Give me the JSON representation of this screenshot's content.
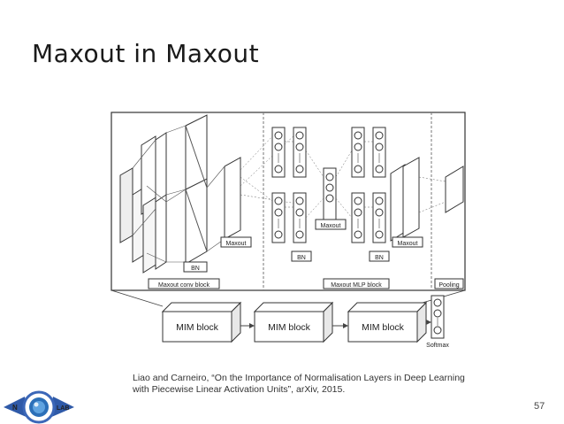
{
  "title": "Maxout in Maxout",
  "diagram": {
    "top_blocks": {
      "maxout_conv_block": "Maxout conv block",
      "maxout_mlp_block": "Maxout MLP block",
      "pooling": "Pooling"
    },
    "labels": {
      "bn": "BN",
      "maxout": "Maxout"
    },
    "bottom": {
      "mim_blocks": [
        "MIM block",
        "MIM block",
        "MIM block"
      ],
      "softmax": "Softmax"
    }
  },
  "citation": {
    "line1": "Liao and Carneiro, “On the Importance of Normalisation Layers in Deep Learning",
    "line2": "with Piecewise Linear Activation Units”, arXiv, 2015."
  },
  "logo": {
    "left_letter": "N",
    "right_text": "LAB",
    "colors": {
      "ring": "#3b67b8",
      "center": "#2b6fb8",
      "dark": "#1f3d80"
    }
  },
  "page_number": "57"
}
